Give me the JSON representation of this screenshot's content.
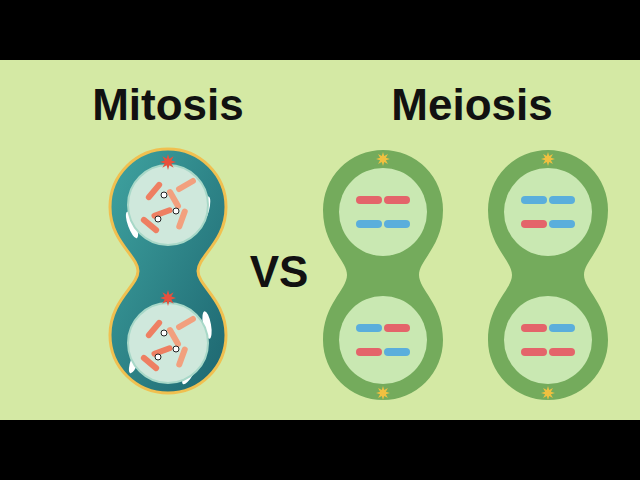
{
  "diagram": {
    "labels": [
      "Mitosis",
      "VS",
      "Meiosis"
    ]
  }
}
